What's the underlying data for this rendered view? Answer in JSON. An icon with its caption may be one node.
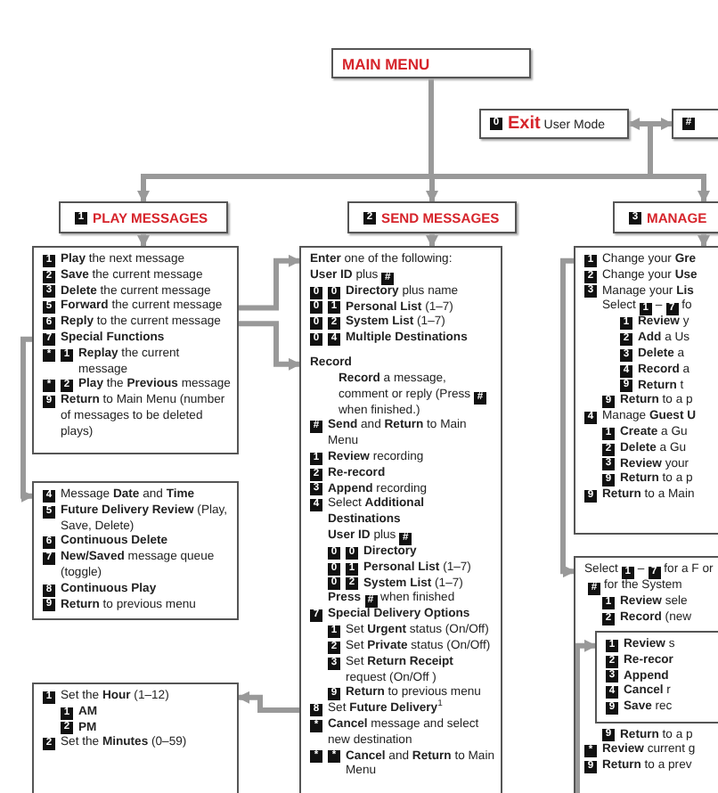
{
  "diagram": {
    "nodes": [
      {
        "text": [
          "MAIN MENU"
        ]
      },
      {
        "text": [
          "0 **Exit** User Mode"
        ]
      },
      {
        "text": [
          "#"
        ]
      },
      {
        "text": [
          "1 PLAY MESSAGES"
        ]
      },
      {
        "text": [
          "1 **Play** the next message",
          "2 **Save** the current message",
          "3 **Delete** the current message",
          "5 **Forward** the current message",
          "6 **Reply** to the current message",
          "7 **Special Functions**",
          "* 1 **Replay** the current message",
          "* 2 **Play** the **Previous** message",
          "9 **Return** to Main Menu (number of messages to be deleted plays)"
        ]
      },
      {
        "text": [
          "4 Message **Date** and **Time**",
          "5 **Future Delivery Review** (Play, Save, Delete)",
          "6 **Continuous Delete**",
          "7 **New/Saved** message queue (toggle)",
          "8 **Continuous Play**",
          "9 **Return** to previous menu"
        ]
      },
      {
        "text": [
          "1 Set the **Hour** (1–12)",
          "1 **AM**",
          "2 **PM**",
          "2 Set the **Minutes** (0–59)"
        ]
      },
      {
        "text": [
          "2 SEND MESSAGES"
        ]
      },
      {
        "text": [
          "**Enter** one of the following:",
          "**User ID** plus #",
          "0 0 **Directory** plus name",
          "0 1 **Personal List** (1–7)",
          "0 2 **System List** (1–7)",
          "0 4 **Multiple Destinations**",
          "**Record**",
          "**Record** a message, comment or reply (Press # when finished.)",
          "# **Send** and **Return** to Main Menu",
          "1 **Review** recording",
          "2 **Re-record**",
          "3 **Append** recording",
          "4 Select **Additional Destinations**",
          "**User ID** plus #",
          "0 0 **Directory**",
          "0 1 **Personal List** (1–7)",
          "0 2 **System List** (1–7)",
          "**Press** # when finished",
          "7 **Special Delivery Options**",
          "1 Set **Urgent** status (On/Off)",
          "2 Set **Private** status (On/Off)",
          "3 Set **Return Receipt** request (On/Off )",
          "9 **Return** to previous menu",
          "8 Set **Future Delivery**$^{1}$",
          "* **Cancel** message and select new destination",
          "* * **Cancel** and **Return** to Main Menu"
        ]
      },
      {
        "text": [
          "3 MANAGE"
        ]
      },
      {
        "text": [
          "1 Change your **Gre**",
          "2 Change your **Use**",
          "3 Manage your **Lis**",
          "Select 1 – 7 fo",
          "1 **Review** y",
          "2 **Add** a Us",
          "3 **Delete** a",
          "4 **Record** a",
          "9 **Return** t",
          "9 **Return** to a p",
          "4 Manage **Guest U**",
          "1 **Create** a Gu",
          "2 **Delete** a Gu",
          "3 **Review** your",
          "9 **Return** to a p",
          "9 **Return** to a Main"
        ]
      },
      {
        "text": [
          "Select 1 – 7 for a F or # for the System",
          "1 **Review** sele",
          "2 **Record** (new",
          "9 **Return** to a p",
          "* **Review** current g",
          "9 **Return** to a prev"
        ]
      },
      {
        "text": [
          "1 **Review** s",
          "2 **Re-recor**",
          "3 **Append**",
          "4 **Cancel** r",
          "9 **Save** rec"
        ],
        "in": 11
      }
    ],
    "edges": [
      {
        "from": 0,
        "to": 3,
        "arrow": "to"
      },
      {
        "from": 0,
        "to": 7,
        "arrow": "to"
      },
      {
        "from": 0,
        "to": 9,
        "arrow": "to"
      },
      {
        "from": 1,
        "to": 2,
        "arrow": "both"
      },
      {
        "from": 3,
        "to": 4,
        "arrow": "to"
      },
      {
        "from": 7,
        "to": 8,
        "arrow": "to"
      },
      {
        "from": 9,
        "to": 10,
        "arrow": "to"
      },
      {
        "from": 4,
        "to": 5,
        "arrow": "to"
      },
      {
        "from": 4,
        "to": 8,
        "arrow": "to"
      },
      {
        "from": 4,
        "to": 8,
        "arrow": "to"
      },
      {
        "from": 8,
        "to": 6,
        "arrow": "to"
      },
      {
        "from": 10,
        "to": 11,
        "arrow": "to"
      },
      {
        "from": null,
        "to": 12,
        "arrow": "to"
      }
    ]
  }
}
